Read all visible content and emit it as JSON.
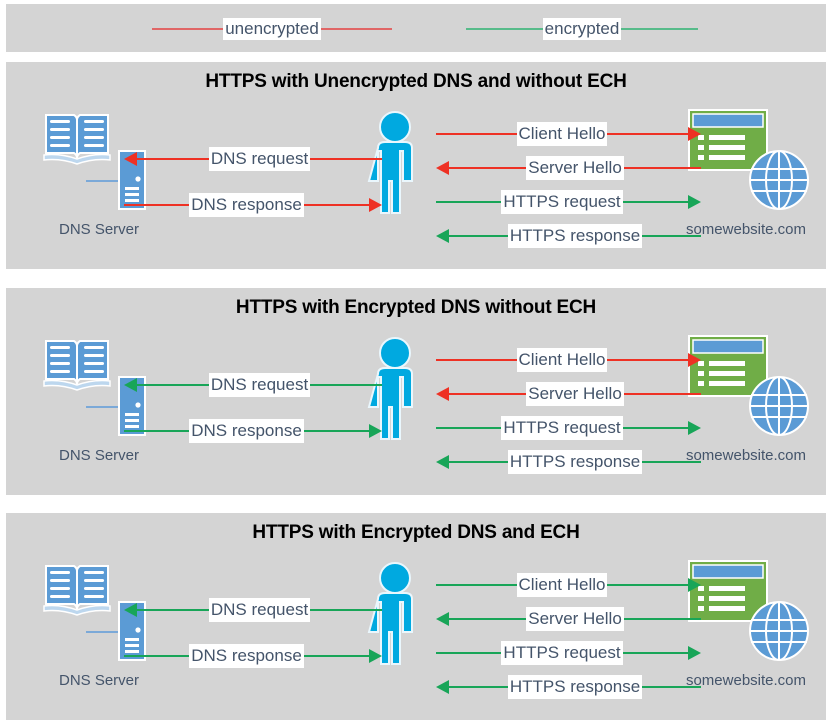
{
  "legend": {
    "items": [
      {
        "label": "unencrypted",
        "color": "#e06666",
        "name": "legend-unencrypted"
      },
      {
        "label": "encrypted",
        "color": "#57bb8a",
        "name": "legend-encrypted"
      }
    ]
  },
  "icons": {
    "dns_server_label": "DNS Server",
    "website_label": "somewebsite.com",
    "book_icon": "open-book-icon",
    "server_icon": "server-tower-icon",
    "person_icon": "person-icon",
    "window_icon": "browser-window-icon",
    "globe_icon": "globe-icon"
  },
  "colors": {
    "panel_bg": "#d4d4d4",
    "page_bg": "#ffffff",
    "unencrypted": "#ee3124",
    "encrypted": "#18a558",
    "text": "#44546a",
    "title": "#000000",
    "icon_blue": "#5b9bd5",
    "person_blue": "#00a9e0",
    "site_green": "#70ad47"
  },
  "panels": [
    {
      "title": "HTTPS with Unencrypted DNS and without ECH",
      "dns_label": "DNS Server",
      "site_label": "somewebsite.com",
      "dns_flows": [
        {
          "label": "DNS request",
          "dir": "left",
          "enc": "unencrypted"
        },
        {
          "label": "DNS response",
          "dir": "right",
          "enc": "unencrypted"
        }
      ],
      "web_flows": [
        {
          "label": "Client Hello",
          "dir": "right",
          "enc": "unencrypted"
        },
        {
          "label": "Server Hello",
          "dir": "left",
          "enc": "unencrypted"
        },
        {
          "label": "HTTPS request",
          "dir": "right",
          "enc": "encrypted"
        },
        {
          "label": "HTTPS response",
          "dir": "left",
          "enc": "encrypted"
        }
      ]
    },
    {
      "title": "HTTPS with Encrypted DNS without ECH",
      "dns_label": "DNS Server",
      "site_label": "somewebsite.com",
      "dns_flows": [
        {
          "label": "DNS request",
          "dir": "left",
          "enc": "encrypted"
        },
        {
          "label": "DNS response",
          "dir": "right",
          "enc": "encrypted"
        }
      ],
      "web_flows": [
        {
          "label": "Client Hello",
          "dir": "right",
          "enc": "unencrypted"
        },
        {
          "label": "Server Hello",
          "dir": "left",
          "enc": "unencrypted"
        },
        {
          "label": "HTTPS request",
          "dir": "right",
          "enc": "encrypted"
        },
        {
          "label": "HTTPS response",
          "dir": "left",
          "enc": "encrypted"
        }
      ]
    },
    {
      "title": "HTTPS with Encrypted DNS and ECH",
      "dns_label": "DNS Server",
      "site_label": "somewebsite.com",
      "dns_flows": [
        {
          "label": "DNS request",
          "dir": "left",
          "enc": "encrypted"
        },
        {
          "label": "DNS response",
          "dir": "right",
          "enc": "encrypted"
        }
      ],
      "web_flows": [
        {
          "label": "Client Hello",
          "dir": "right",
          "enc": "encrypted"
        },
        {
          "label": "Server Hello",
          "dir": "left",
          "enc": "encrypted"
        },
        {
          "label": "HTTPS request",
          "dir": "right",
          "enc": "encrypted"
        },
        {
          "label": "HTTPS response",
          "dir": "left",
          "enc": "encrypted"
        }
      ]
    }
  ]
}
